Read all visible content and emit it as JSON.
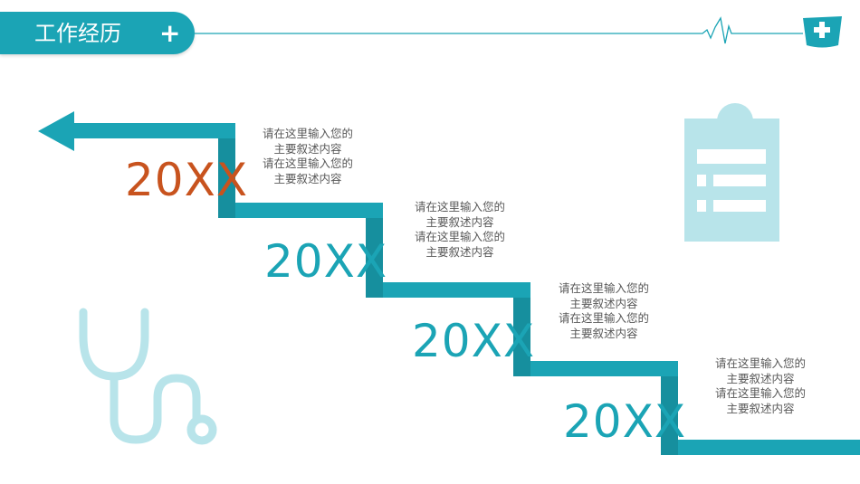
{
  "header": {
    "title": "工作经历",
    "plus_symbol": "+",
    "accent_color": "#1ba4b5",
    "icons": [
      "plus-icon",
      "heartbeat-icon",
      "medical-cross-icon"
    ]
  },
  "timeline": [
    {
      "year": "20XX",
      "year_color": "#c8531e",
      "lines": [
        "请在这里输入您的",
        "主要叙述内容",
        "请在这里输入您的",
        "主要叙述内容"
      ]
    },
    {
      "year": "20XX",
      "year_color": "#1ba4b5",
      "lines": [
        "请在这里输入您的",
        "主要叙述内容",
        "请在这里输入您的",
        "主要叙述内容"
      ]
    },
    {
      "year": "20XX",
      "year_color": "#1ba4b5",
      "lines": [
        "请在这里输入您的",
        "主要叙述内容",
        "请在这里输入您的",
        "主要叙述内容"
      ]
    },
    {
      "year": "20XX",
      "year_color": "#1ba4b5",
      "lines": [
        "请在这里输入您的",
        "主要叙述内容",
        "请在这里输入您的",
        "主要叙述内容"
      ]
    }
  ],
  "decorations": {
    "icons": [
      "clipboard-icon",
      "stethoscope-icon",
      "staircase-arrow"
    ],
    "light_color": "#b8e4ea"
  }
}
